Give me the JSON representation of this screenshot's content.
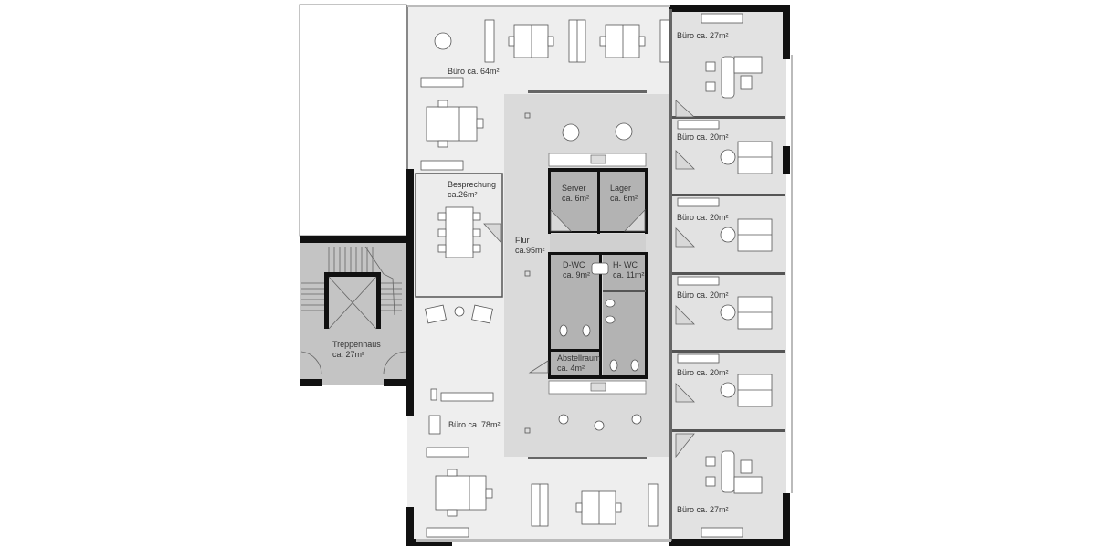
{
  "plan": {
    "colors": {
      "background": "#ffffff",
      "floor_light": "#f1f1f1",
      "floor_office": "#e6e6e6",
      "floor_corridor": "#dcdcdc",
      "floor_core": "#b4b4b4",
      "wall": "#111111",
      "furniture": "#ffffff",
      "furniture_stroke": "#555555"
    },
    "rooms": [
      {
        "id": "buero-64",
        "name": "Büro ca. 64m²",
        "line1": "Büro ca. 64m²",
        "line2": ""
      },
      {
        "id": "besprechung",
        "name": "Besprechung",
        "line1": "Besprechung",
        "line2": "ca.26m²"
      },
      {
        "id": "flur",
        "name": "Flur",
        "line1": "Flur",
        "line2": "ca.95m²"
      },
      {
        "id": "server",
        "name": "Server",
        "line1": "Server",
        "line2": "ca. 6m²"
      },
      {
        "id": "lager",
        "name": "Lager",
        "line1": "Lager",
        "line2": "ca. 6m²"
      },
      {
        "id": "d-wc",
        "name": "D-WC",
        "line1": "D-WC",
        "line2": "ca. 9m²"
      },
      {
        "id": "h-wc",
        "name": "H- WC",
        "line1": "H- WC",
        "line2": "ca. 11m²"
      },
      {
        "id": "abstellraum",
        "name": "Abstellraum",
        "line1": "Abstellraum",
        "line2": "ca. 4m²"
      },
      {
        "id": "treppenhaus",
        "name": "Treppenhaus",
        "line1": "Treppenhaus",
        "line2": "ca. 27m²"
      },
      {
        "id": "buero-78",
        "name": "Büro ca. 78m²",
        "line1": "Büro ca. 78m²",
        "line2": ""
      },
      {
        "id": "buero-27-top",
        "name": "Büro ca. 27m²",
        "line1": "Büro ca. 27m²",
        "line2": ""
      },
      {
        "id": "buero-20-1",
        "name": "Büro ca. 20m²",
        "line1": "Büro ca. 20m²",
        "line2": ""
      },
      {
        "id": "buero-20-2",
        "name": "Büro ca. 20m²",
        "line1": "Büro ca. 20m²",
        "line2": ""
      },
      {
        "id": "buero-20-3",
        "name": "Büro ca. 20m²",
        "line1": "Büro ca. 20m²",
        "line2": ""
      },
      {
        "id": "buero-20-4",
        "name": "Büro ca. 20m²",
        "line1": "Büro ca. 20m²",
        "line2": ""
      },
      {
        "id": "buero-27-bottom",
        "name": "Büro ca. 27m²",
        "line1": "Büro ca. 27m²",
        "line2": ""
      }
    ]
  }
}
